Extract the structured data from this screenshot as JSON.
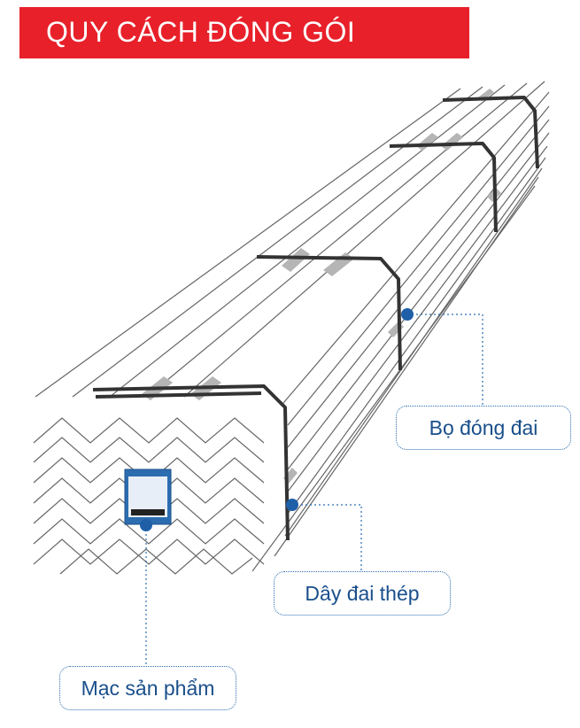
{
  "header": {
    "title": "QUY CÁCH ĐÓNG GÓI"
  },
  "callouts": {
    "bundle_wrap": "Bọ đóng đai",
    "steel_strap": "Dây đai thép",
    "product_label": "Mạc sản phẩm"
  },
  "colors": {
    "title_bg": "#e8202a",
    "title_text": "#ffffff",
    "callout_text": "#1a4f8b",
    "callout_border": "#2b6cb0",
    "marker": "#1f5fa8",
    "strap": "#333333",
    "outline": "#555555"
  },
  "icons": {
    "marker": "dot-marker-icon",
    "tag": "product-tag-icon"
  }
}
